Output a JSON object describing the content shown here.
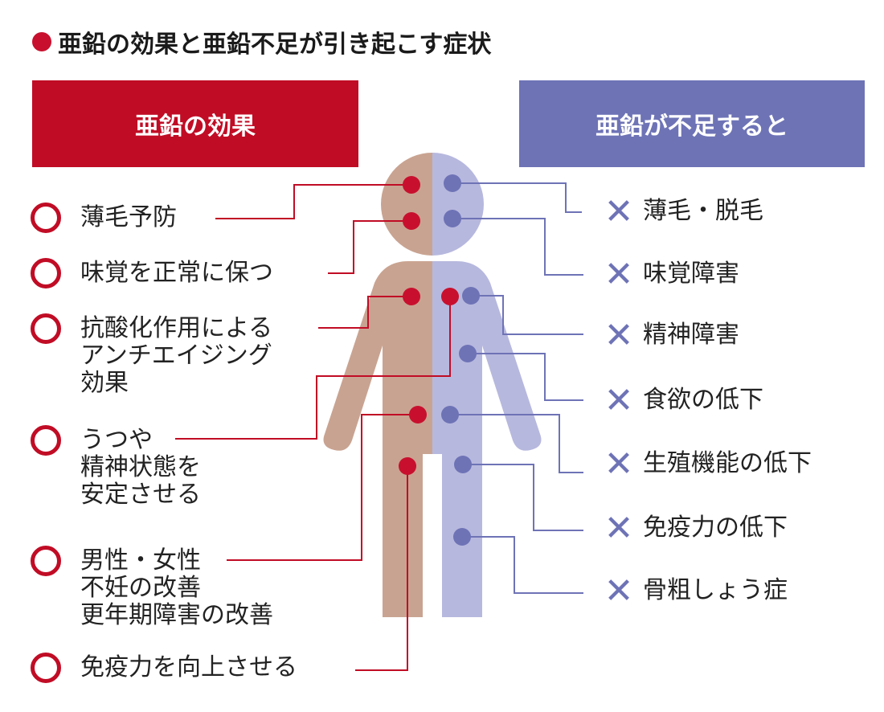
{
  "title": "亜鉛の効果と亜鉛不足が引き起こす症状",
  "left_header": "亜鉛の効果",
  "right_header": "亜鉛が不足すると",
  "effects": [
    "薄毛予防",
    "味覚を正常に保つ",
    "抗酸化作用による\nアンチエイジング\n効果",
    "うつや\n精神状態を\n安定させる",
    "男性・女性\n不妊の改善\n更年期障害の改善",
    "免疫力を向上させる"
  ],
  "deficiency_symptoms": [
    "薄毛・脱毛",
    "味覚障害",
    "精神障害",
    "食欲の低下",
    "生殖機能の低下",
    "免疫力の低下",
    "骨粗しょう症"
  ],
  "colors": {
    "red": "#c10c25",
    "blue": "#6e73b6",
    "body_left": "#c9a391",
    "body_right": "#b7b8de",
    "red_dot": "#c8102e",
    "blue_dot": "#6e73b6"
  },
  "icons": {
    "effect_marker": "circle-o-icon",
    "deficiency_marker": "cross-x-icon",
    "title_marker": "red-dot-icon"
  }
}
